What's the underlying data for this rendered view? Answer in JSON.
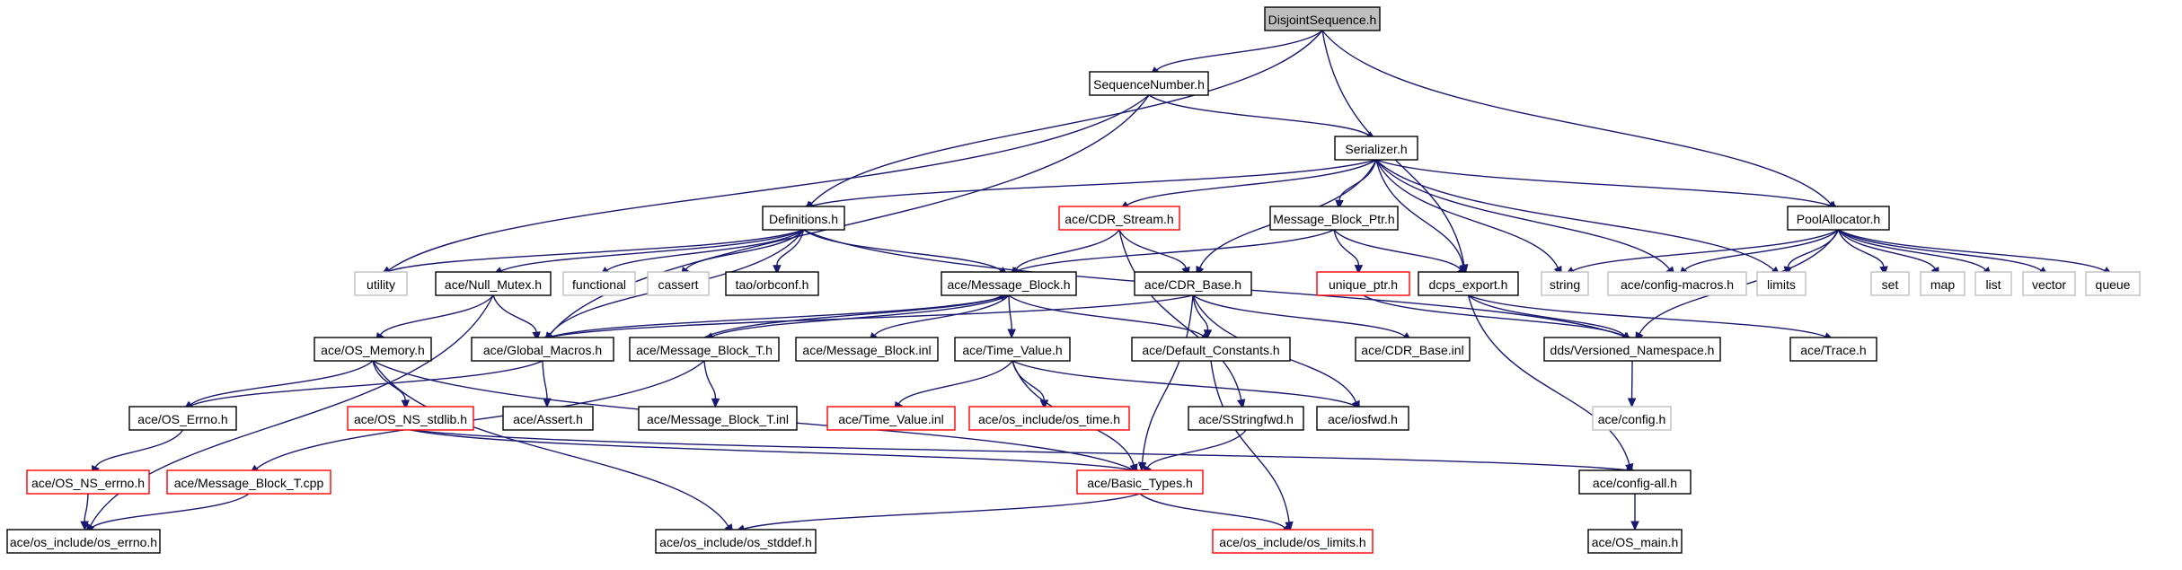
{
  "diagram": {
    "colors": {
      "edge": "#191970",
      "root_fill": "#bfbfbf",
      "normal_border": "#000000",
      "not_found_border": "#ff0000",
      "external_border": "#bfbfbf"
    },
    "nodes": [
      {
        "id": "DisjointSequence",
        "label": "DisjointSequence.h",
        "style": "root"
      },
      {
        "id": "SequenceNumber",
        "label": "SequenceNumber.h",
        "style": "black"
      },
      {
        "id": "Serializer",
        "label": "Serializer.h",
        "style": "black"
      },
      {
        "id": "Definitions",
        "label": "Definitions.h",
        "style": "black"
      },
      {
        "id": "CDR_Stream",
        "label": "ace/CDR_Stream.h",
        "style": "red"
      },
      {
        "id": "Message_Block_Ptr",
        "label": "Message_Block_Ptr.h",
        "style": "black"
      },
      {
        "id": "PoolAllocator",
        "label": "PoolAllocator.h",
        "style": "black"
      },
      {
        "id": "utility",
        "label": "utility",
        "style": "gray"
      },
      {
        "id": "Null_Mutex",
        "label": "ace/Null_Mutex.h",
        "style": "black"
      },
      {
        "id": "functional",
        "label": "functional",
        "style": "gray"
      },
      {
        "id": "cassert",
        "label": "cassert",
        "style": "gray"
      },
      {
        "id": "orbconf",
        "label": "tao/orbconf.h",
        "style": "black"
      },
      {
        "id": "Message_Block",
        "label": "ace/Message_Block.h",
        "style": "black"
      },
      {
        "id": "CDR_Base",
        "label": "ace/CDR_Base.h",
        "style": "black"
      },
      {
        "id": "unique_ptr",
        "label": "unique_ptr.h",
        "style": "red"
      },
      {
        "id": "dcps_export",
        "label": "dcps_export.h",
        "style": "black"
      },
      {
        "id": "string",
        "label": "string",
        "style": "gray"
      },
      {
        "id": "config_macros",
        "label": "ace/config-macros.h",
        "style": "gray"
      },
      {
        "id": "limits",
        "label": "limits",
        "style": "gray"
      },
      {
        "id": "set",
        "label": "set",
        "style": "gray"
      },
      {
        "id": "map",
        "label": "map",
        "style": "gray"
      },
      {
        "id": "list",
        "label": "list",
        "style": "gray"
      },
      {
        "id": "vector",
        "label": "vector",
        "style": "gray"
      },
      {
        "id": "queue",
        "label": "queue",
        "style": "gray"
      },
      {
        "id": "OS_Memory",
        "label": "ace/OS_Memory.h",
        "style": "black"
      },
      {
        "id": "Global_Macros",
        "label": "ace/Global_Macros.h",
        "style": "black"
      },
      {
        "id": "Message_Block_T",
        "label": "ace/Message_Block_T.h",
        "style": "black"
      },
      {
        "id": "Message_Block_inl",
        "label": "ace/Message_Block.inl",
        "style": "black"
      },
      {
        "id": "Time_Value",
        "label": "ace/Time_Value.h",
        "style": "black"
      },
      {
        "id": "Default_Constants",
        "label": "ace/Default_Constants.h",
        "style": "black"
      },
      {
        "id": "CDR_Base_inl",
        "label": "ace/CDR_Base.inl",
        "style": "black"
      },
      {
        "id": "Versioned_Namespace",
        "label": "dds/Versioned_Namespace.h",
        "style": "black"
      },
      {
        "id": "Trace",
        "label": "ace/Trace.h",
        "style": "black"
      },
      {
        "id": "OS_Errno",
        "label": "ace/OS_Errno.h",
        "style": "black"
      },
      {
        "id": "OS_NS_stdlib",
        "label": "ace/OS_NS_stdlib.h",
        "style": "red"
      },
      {
        "id": "Assert",
        "label": "ace/Assert.h",
        "style": "black"
      },
      {
        "id": "Message_Block_T_inl",
        "label": "ace/Message_Block_T.inl",
        "style": "black"
      },
      {
        "id": "Time_Value_inl",
        "label": "ace/Time_Value.inl",
        "style": "red"
      },
      {
        "id": "os_time",
        "label": "ace/os_include/os_time.h",
        "style": "red"
      },
      {
        "id": "SStringfwd",
        "label": "ace/SStringfwd.h",
        "style": "black"
      },
      {
        "id": "iosfwd",
        "label": "ace/iosfwd.h",
        "style": "black"
      },
      {
        "id": "config",
        "label": "ace/config.h",
        "style": "gray"
      },
      {
        "id": "OS_NS_errno",
        "label": "ace/OS_NS_errno.h",
        "style": "red"
      },
      {
        "id": "Message_Block_T_cpp",
        "label": "ace/Message_Block_T.cpp",
        "style": "red"
      },
      {
        "id": "Basic_Types",
        "label": "ace/Basic_Types.h",
        "style": "red"
      },
      {
        "id": "config_all",
        "label": "ace/config-all.h",
        "style": "black"
      },
      {
        "id": "os_errno",
        "label": "ace/os_include/os_errno.h",
        "style": "black"
      },
      {
        "id": "os_stddef",
        "label": "ace/os_include/os_stddef.h",
        "style": "black"
      },
      {
        "id": "os_limits",
        "label": "ace/os_include/os_limits.h",
        "style": "red"
      },
      {
        "id": "OS_main",
        "label": "ace/OS_main.h",
        "style": "black"
      }
    ],
    "edges": [
      [
        "DisjointSequence",
        "SequenceNumber"
      ],
      [
        "DisjointSequence",
        "Definitions"
      ],
      [
        "DisjointSequence",
        "dcps_export"
      ],
      [
        "DisjointSequence",
        "PoolAllocator"
      ],
      [
        "SequenceNumber",
        "Serializer"
      ],
      [
        "SequenceNumber",
        "utility"
      ],
      [
        "SequenceNumber",
        "Global_Macros"
      ],
      [
        "Serializer",
        "Definitions"
      ],
      [
        "Serializer",
        "CDR_Stream"
      ],
      [
        "Serializer",
        "Message_Block_Ptr"
      ],
      [
        "Serializer",
        "CDR_Base"
      ],
      [
        "Serializer",
        "dcps_export"
      ],
      [
        "Serializer",
        "string"
      ],
      [
        "Serializer",
        "config_macros"
      ],
      [
        "Serializer",
        "limits"
      ],
      [
        "Serializer",
        "PoolAllocator"
      ],
      [
        "Definitions",
        "utility"
      ],
      [
        "Definitions",
        "Null_Mutex"
      ],
      [
        "Definitions",
        "functional"
      ],
      [
        "Definitions",
        "cassert"
      ],
      [
        "Definitions",
        "orbconf"
      ],
      [
        "Definitions",
        "Message_Block"
      ],
      [
        "Definitions",
        "Global_Macros"
      ],
      [
        "Definitions",
        "Versioned_Namespace"
      ],
      [
        "CDR_Stream",
        "Message_Block"
      ],
      [
        "CDR_Stream",
        "CDR_Base"
      ],
      [
        "CDR_Stream",
        "SStringfwd"
      ],
      [
        "Message_Block_Ptr",
        "Message_Block"
      ],
      [
        "Message_Block_Ptr",
        "unique_ptr"
      ],
      [
        "Message_Block_Ptr",
        "dcps_export"
      ],
      [
        "PoolAllocator",
        "string"
      ],
      [
        "PoolAllocator",
        "config_macros"
      ],
      [
        "PoolAllocator",
        "limits"
      ],
      [
        "PoolAllocator",
        "set"
      ],
      [
        "PoolAllocator",
        "map"
      ],
      [
        "PoolAllocator",
        "list"
      ],
      [
        "PoolAllocator",
        "vector"
      ],
      [
        "PoolAllocator",
        "queue"
      ],
      [
        "PoolAllocator",
        "Versioned_Namespace"
      ],
      [
        "Null_Mutex",
        "OS_Memory"
      ],
      [
        "Null_Mutex",
        "Global_Macros"
      ],
      [
        "Null_Mutex",
        "os_errno"
      ],
      [
        "Message_Block",
        "Global_Macros"
      ],
      [
        "Message_Block",
        "Message_Block_T"
      ],
      [
        "Message_Block",
        "Message_Block_inl"
      ],
      [
        "Message_Block",
        "Time_Value"
      ],
      [
        "Message_Block",
        "Default_Constants"
      ],
      [
        "Message_Block_T",
        "Message_Block"
      ],
      [
        "Message_Block_T",
        "Message_Block_T_inl"
      ],
      [
        "Message_Block_T",
        "Message_Block_T_cpp"
      ],
      [
        "CDR_Base",
        "Global_Macros"
      ],
      [
        "CDR_Base",
        "Default_Constants"
      ],
      [
        "CDR_Base",
        "CDR_Base_inl"
      ],
      [
        "CDR_Base",
        "iosfwd"
      ],
      [
        "CDR_Base",
        "Basic_Types"
      ],
      [
        "unique_ptr",
        "Versioned_Namespace"
      ],
      [
        "dcps_export",
        "Versioned_Namespace"
      ],
      [
        "dcps_export",
        "Trace"
      ],
      [
        "dcps_export",
        "config_all"
      ],
      [
        "Versioned_Namespace",
        "config"
      ],
      [
        "OS_Memory",
        "OS_Errno"
      ],
      [
        "OS_Memory",
        "OS_NS_stdlib"
      ],
      [
        "OS_Memory",
        "Basic_Types"
      ],
      [
        "OS_Memory",
        "os_stddef"
      ],
      [
        "Global_Macros",
        "OS_Errno"
      ],
      [
        "Global_Macros",
        "Assert"
      ],
      [
        "Time_Value",
        "Time_Value_inl"
      ],
      [
        "Time_Value",
        "os_time"
      ],
      [
        "Time_Value",
        "iosfwd"
      ],
      [
        "Time_Value",
        "Basic_Types"
      ],
      [
        "Default_Constants",
        "os_limits"
      ],
      [
        "OS_Errno",
        "OS_NS_errno"
      ],
      [
        "OS_NS_stdlib",
        "Basic_Types"
      ],
      [
        "OS_NS_stdlib",
        "config_all"
      ],
      [
        "OS_NS_errno",
        "os_errno"
      ],
      [
        "Message_Block_T_cpp",
        "os_errno"
      ],
      [
        "SStringfwd",
        "Basic_Types"
      ],
      [
        "Basic_Types",
        "os_stddef"
      ],
      [
        "Basic_Types",
        "os_limits"
      ],
      [
        "config_all",
        "OS_main"
      ]
    ]
  }
}
